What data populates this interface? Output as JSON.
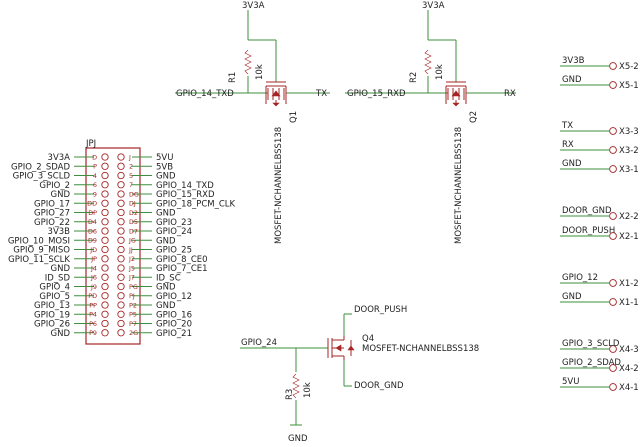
{
  "rails": {
    "v3a": "3V3A",
    "gnd": "GND"
  },
  "resistors": [
    {
      "ref": "R1",
      "value": "10k"
    },
    {
      "ref": "R2",
      "value": "10k"
    },
    {
      "ref": "R3",
      "value": "10k"
    }
  ],
  "mosfets": [
    {
      "ref": "Q1",
      "part": "MOSFET-NCHANNELBSS138",
      "left_net": "GPIO_14_TXD",
      "right_net": "TX"
    },
    {
      "ref": "Q2",
      "part": "MOSFET-NCHANNELBSS138",
      "left_net": "GPIO_15_RXD",
      "right_net": "RX"
    },
    {
      "ref": "Q4",
      "part": "MOSFET-NCHANNELBSS138",
      "gate_net": "GPIO_24",
      "drain_net": "DOOR_PUSH",
      "source_net": "DOOR_GND"
    }
  ],
  "header": {
    "ref": "JPJ",
    "left": [
      "3V3A",
      "GPIO_2_SDAD",
      "GPIO_3_SCLD",
      "GPIO_2",
      "GND",
      "GPIO_17",
      "GPIO_27",
      "GPIO_22",
      "3V3B",
      "GPIO_10_MOSI",
      "GPIO_9_MISO",
      "GPIO_11_SCLK",
      "GND",
      "ID_SD",
      "GPIO_4",
      "GPIO_5",
      "GPIO_13",
      "GPIO_19",
      "GPIO_26",
      "GND"
    ],
    "right": [
      "5VU",
      "5VB",
      "GND",
      "GPIO_14_TXD",
      "GPIO_15_RXD",
      "GPIO_18_PCM_CLK",
      "GND",
      "GPIO_23",
      "GPIO_24",
      "GND",
      "GPIO_25",
      "GPIO_8_CE0",
      "GPIO_7_CE1",
      "ID_SC",
      "GND",
      "GPIO_12",
      "GND",
      "GPIO_16",
      "GPIO_20",
      "GPIO_21"
    ],
    "left_nums": [
      "D",
      "P",
      "4",
      "6",
      "9",
      "DD",
      "DP",
      "D4",
      "D6",
      "D9",
      "JD",
      "JP",
      "J4",
      "J6",
      "J9",
      "PD",
      "PP",
      "P4",
      "P6",
      "P9"
    ],
    "right_nums": [
      "J",
      "2",
      "5",
      "7",
      "DG",
      "DJ",
      "D2",
      "D5",
      "D7",
      "JG",
      "JJ",
      "J2",
      "J5",
      "J7",
      "PG",
      "PJ",
      "P2",
      "P5",
      "P7",
      "2G"
    ]
  },
  "connectors": [
    {
      "label": "3V3B",
      "pin": "X5-2"
    },
    {
      "label": "GND",
      "pin": "X5-1"
    },
    {
      "label": "TX",
      "pin": "X3-3"
    },
    {
      "label": "RX",
      "pin": "X3-2"
    },
    {
      "label": "GND",
      "pin": "X3-1"
    },
    {
      "label": "DOOR_GND",
      "pin": "X2-2"
    },
    {
      "label": "DOOR_PUSH",
      "pin": "X2-1"
    },
    {
      "label": "GPIO_12",
      "pin": "X1-2"
    },
    {
      "label": "GND",
      "pin": "X1-1"
    },
    {
      "label": "GPIO_3_SCLD",
      "pin": "X4-3"
    },
    {
      "label": "GPIO_2_SDAD",
      "pin": "X4-2"
    },
    {
      "label": "5VU",
      "pin": "X4-1"
    }
  ]
}
